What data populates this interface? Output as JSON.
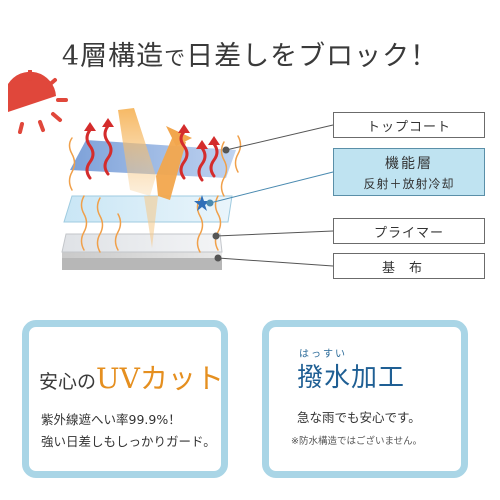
{
  "headline": {
    "part1": "4層構造",
    "part2": "で",
    "part3": "日差しをブロック！"
  },
  "labels": {
    "topcoat": "トップコート",
    "functional_line1": "機能層",
    "functional_line2": "反射＋放射冷却",
    "primer": "プライマー",
    "base": "基布"
  },
  "uv_card": {
    "prefix": "安心の",
    "highlight": "UVカット",
    "line1": "紫外線遮へい率99.9%！",
    "line2": "強い日差しもしっかりガード。"
  },
  "water_card": {
    "ruby": "はっすい",
    "title": "撥水加工",
    "line1": "急な雨でも安心です。",
    "note": "※防水構造ではございません。"
  },
  "colors": {
    "sun": "#e0473b",
    "heat_arrow": "#d42c2c",
    "orange_arrow": "#f0a04a",
    "layer_blue": "#8fb2e0",
    "functional_box": "#bfe3f1",
    "card_border": "#a9d5e6",
    "uv_accent": "#e58f1f",
    "water_title": "#1f5f94"
  }
}
